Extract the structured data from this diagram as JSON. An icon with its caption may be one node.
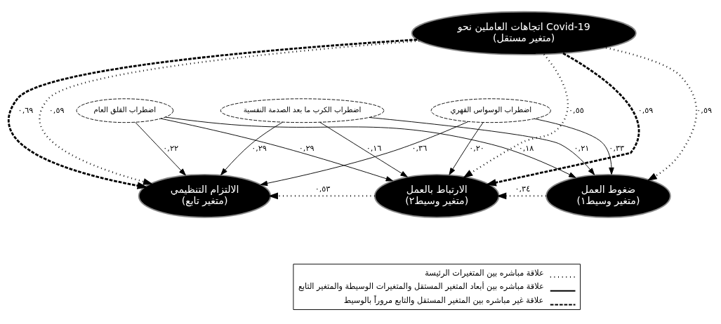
{
  "diagram": {
    "nodes": [
      {
        "text": [
          "اتجاهات العاملين نحو Covid-19",
          "(متغير مستقل)"
        ]
      },
      {
        "text": [
          "اضطراب القلق العام"
        ]
      },
      {
        "text": [
          "اضطراب الكرب ما بعد الصدمة النفسية"
        ]
      },
      {
        "text": [
          "اضطراب الوسواس القهري"
        ]
      },
      {
        "text": [
          "الالتزام التنظيمي",
          "(متغير تابع)"
        ]
      },
      {
        "text": [
          "الارتباط بالعمل",
          "(متغير وسيط٢)"
        ]
      },
      {
        "text": [
          "ضغوط العمل",
          "(متغير وسيط١)"
        ]
      }
    ],
    "edges": [
      {
        "from": 0,
        "to": 4,
        "arrow": "to",
        "label": "٠,٥٩",
        "style": "dashed"
      },
      {
        "from": 0,
        "to": 4,
        "arrow": "to",
        "label": "٠,٦٩",
        "style": "dashed"
      },
      {
        "from": 0,
        "to": 5,
        "arrow": "to",
        "label": "٠,٥٥",
        "style": "dashed"
      },
      {
        "from": 0,
        "to": 5,
        "arrow": "to",
        "label": "٠,٥٩",
        "style": "dashed"
      },
      {
        "from": 0,
        "to": 6,
        "arrow": "to",
        "label": "٠,٥٩",
        "style": "dashed"
      },
      {
        "from": 1,
        "to": 4,
        "arrow": "to",
        "label": "٠,٢٢"
      },
      {
        "from": 1,
        "to": 5,
        "arrow": "to",
        "label": "٠,٢٩"
      },
      {
        "from": 1,
        "to": 6,
        "arrow": "to",
        "label": "٠,١٨"
      },
      {
        "from": 2,
        "to": 4,
        "arrow": "to",
        "label": "٠,٢٩"
      },
      {
        "from": 2,
        "to": 5,
        "arrow": "to",
        "label": "٠,١٦"
      },
      {
        "from": 2,
        "to": 6,
        "arrow": "to",
        "label": "٠,٢١"
      },
      {
        "from": 3,
        "to": 4,
        "arrow": "to",
        "label": "٠,٣٦"
      },
      {
        "from": 3,
        "to": 5,
        "arrow": "to",
        "label": "٠,٢٠"
      },
      {
        "from": 3,
        "to": 6,
        "arrow": "to",
        "label": "٠,٣٣"
      },
      {
        "from": 6,
        "to": 5,
        "arrow": "to",
        "label": "٠,٣٤",
        "style": "dashed"
      },
      {
        "from": 5,
        "to": 4,
        "arrow": "to",
        "label": "٠,٥٣",
        "style": "dashed"
      }
    ],
    "legend": [
      {
        "text": "علاقة مباشره بين المتغيرات الرئيسة"
      },
      {
        "text": "علاقة مباشره بين أبعاد المتغير المستقل والمتغيرات الوسيطة والمتغير التابع"
      },
      {
        "text": "علاقة غير مباشره بين المتغير المستقل والتابع مروراً بالوسيط"
      }
    ]
  }
}
